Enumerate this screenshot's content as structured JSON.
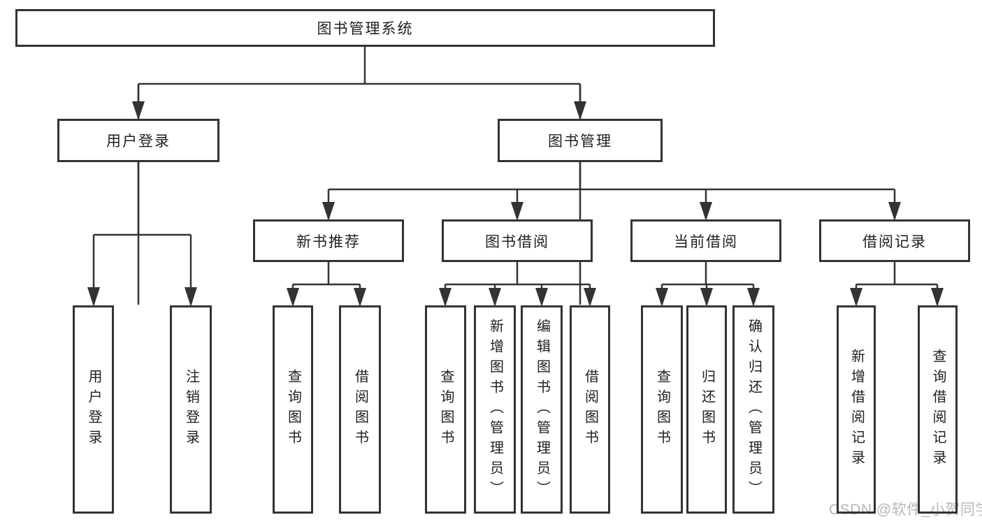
{
  "diagram_title": "图书管理系统",
  "nodes": {
    "root": {
      "label": "图书管理系统"
    },
    "level2": [
      {
        "label": "用户登录",
        "parent": "图书管理系统"
      },
      {
        "label": "图书管理",
        "parent": "图书管理系统"
      }
    ],
    "level3": [
      {
        "label": "新书推荐",
        "parent": "图书管理"
      },
      {
        "label": "图书借阅",
        "parent": "图书管理"
      },
      {
        "label": "当前借阅",
        "parent": "图书管理"
      },
      {
        "label": "借阅记录",
        "parent": "图书管理"
      }
    ],
    "leaves": [
      {
        "label": "用户登录",
        "parent": "用户登录"
      },
      {
        "label": "注销登录",
        "parent": "用户登录"
      },
      {
        "label": "查询图书",
        "parent": "新书推荐"
      },
      {
        "label": "借阅图书",
        "parent": "新书推荐"
      },
      {
        "label": "查询图书",
        "parent": "图书借阅"
      },
      {
        "label": "新增图书（管理员）",
        "parent": "图书借阅"
      },
      {
        "label": "编辑图书（管理员）",
        "parent": "图书借阅"
      },
      {
        "label": "借阅图书",
        "parent": "图书借阅"
      },
      {
        "label": "查询图书",
        "parent": "当前借阅"
      },
      {
        "label": "归还图书",
        "parent": "当前借阅"
      },
      {
        "label": "确认归还（管理员）",
        "parent": "当前借阅"
      },
      {
        "label": "新增借阅记录",
        "parent": "借阅记录"
      },
      {
        "label": "查询借阅记录",
        "parent": "借阅记录"
      }
    ]
  },
  "watermark": {
    "text": "CSDN @软件_小贺同学"
  },
  "colors": {
    "line": "#333333",
    "text": "#1f1f1f",
    "watermark": "#b7b7b7",
    "background": "#ffffff",
    "box_bg": "#ffffff"
  }
}
